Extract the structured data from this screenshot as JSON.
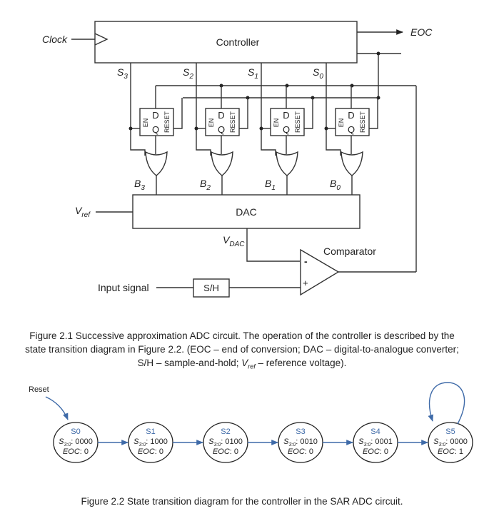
{
  "circuit": {
    "controller_label": "Controller",
    "clock_label": "Clock",
    "eoc_label": "EOC",
    "dac_label": "DAC",
    "vref_label": "V",
    "vref_sub": "ref",
    "vdac_label": "V",
    "vdac_sub": "DAC",
    "comparator_label": "Comparator",
    "comparator_minus": "-",
    "comparator_plus": "+",
    "input_signal_label": "Input signal",
    "sh_label": "S/H",
    "select_lines": [
      {
        "label": "S",
        "sub": "3"
      },
      {
        "label": "S",
        "sub": "2"
      },
      {
        "label": "S",
        "sub": "1"
      },
      {
        "label": "S",
        "sub": "0"
      }
    ],
    "bit_lines": [
      {
        "label": "B",
        "sub": "3"
      },
      {
        "label": "B",
        "sub": "2"
      },
      {
        "label": "B",
        "sub": "1"
      },
      {
        "label": "B",
        "sub": "0"
      }
    ],
    "flipflop": {
      "d": "D",
      "q": "Q",
      "en": "EN",
      "reset": "RESET"
    }
  },
  "figure1_caption": {
    "line1": "Figure 2.1 Successive approximation ADC circuit. The operation of the controller is described by the",
    "line2": "state transition diagram in Figure 2.2. (EOC – end of conversion; DAC – digital-to-analogue converter;",
    "line3_a": "S/H – sample-and-hold; ",
    "line3_v": "V",
    "line3_sub": "ref",
    "line3_b": " – reference voltage)."
  },
  "state_diagram": {
    "reset_label": "Reset",
    "s_label": "S",
    "s_sub": "3:0",
    "eoc_label": "EOC",
    "states": [
      {
        "name": "S0",
        "s": "0000",
        "eoc": "0"
      },
      {
        "name": "S1",
        "s": "1000",
        "eoc": "0"
      },
      {
        "name": "S2",
        "s": "0100",
        "eoc": "0"
      },
      {
        "name": "S3",
        "s": "0010",
        "eoc": "0"
      },
      {
        "name": "S4",
        "s": "0001",
        "eoc": "0"
      },
      {
        "name": "S5",
        "s": "0000",
        "eoc": "1"
      }
    ],
    "accent_color": "#3e6aa8"
  },
  "figure2_caption": "Figure 2.2 State transition diagram for the controller in the SAR ADC circuit."
}
